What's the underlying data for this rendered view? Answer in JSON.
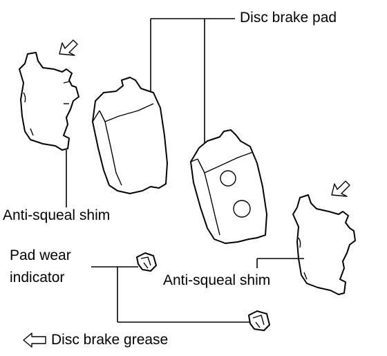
{
  "labels": {
    "disc_brake_pad": "Disc brake pad",
    "anti_squeal_shim_left": "Anti-squeal shim",
    "anti_squeal_shim_right": "Anti-squeal shim",
    "pad_wear_indicator_line1": "Pad wear",
    "pad_wear_indicator_line2": "indicator",
    "legend_disc_brake_grease": "Disc brake grease"
  },
  "icons": {
    "grease_arrow": "hollow-arrow-icon"
  },
  "colors": {
    "line": "#000000",
    "background": "#ffffff"
  }
}
